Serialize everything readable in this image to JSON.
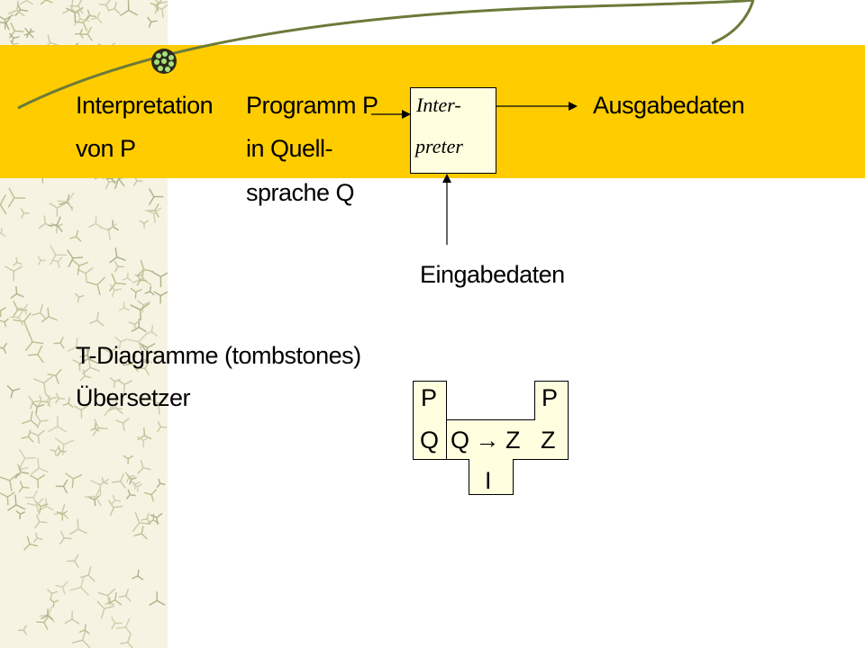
{
  "accent": {
    "band": "#ffcc00",
    "box_fill": "#ffffe0",
    "curve": "#6b7a3a",
    "strip": "#f6f3e2"
  },
  "decoration": {
    "bullet_icon": "green-dotted-bullet-icon"
  },
  "interpretation": {
    "heading_line1": "Interpretation",
    "heading_line2": "von P",
    "program_line1": "Programm P",
    "program_line2": "in Quell-",
    "program_line3": "sprache Q",
    "interpreter_line1": "Inter-",
    "interpreter_line2": "preter",
    "output_label": "Ausgabedaten",
    "input_label": "Eingabedaten"
  },
  "tdiagram": {
    "heading": "T-Diagramme (tombstones)",
    "compiler_label": "Übersetzer",
    "left_top": "P",
    "left_bottom": "Q",
    "center": "Q → Z",
    "right_top": "P",
    "right_bottom": "Z",
    "base": "I"
  }
}
